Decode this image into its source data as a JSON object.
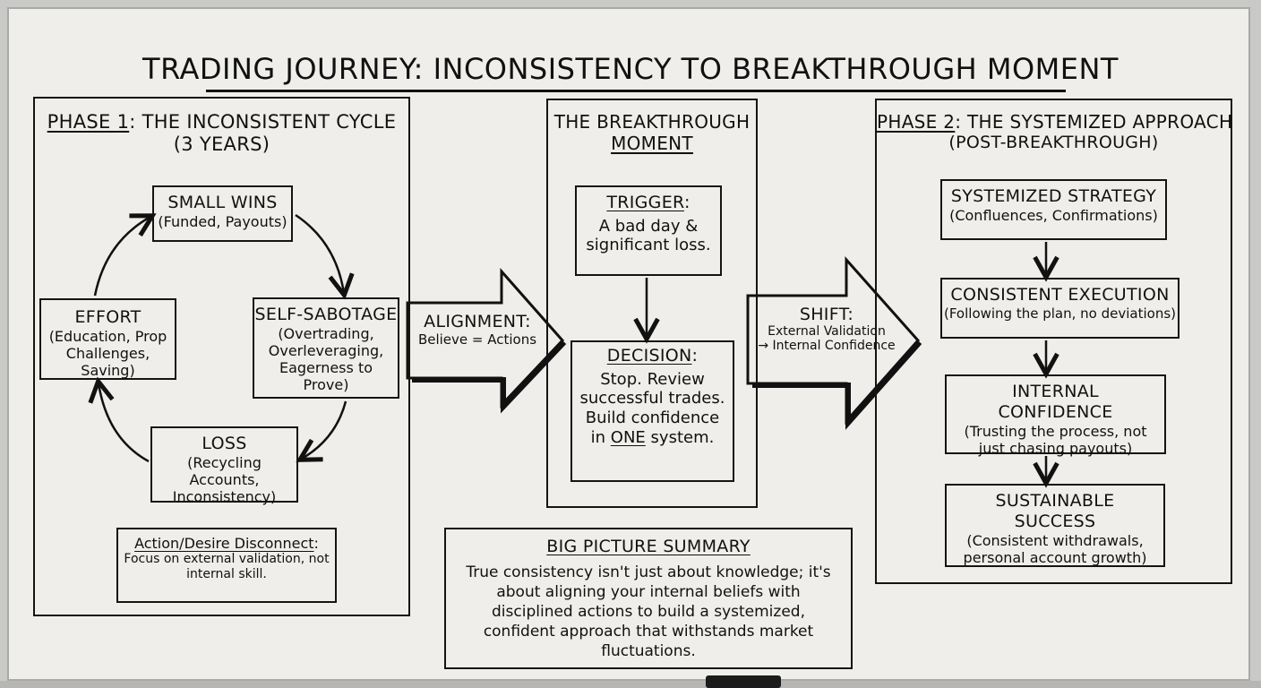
{
  "title": "TRADING JOURNEY: INCONSISTENCY TO BREAKTHROUGH MOMENT",
  "phase1": {
    "label": "PHASE 1",
    "title": ": THE INCONSISTENT CYCLE",
    "subtitle": "(3 YEARS)",
    "small_wins": {
      "title": "SMALL WINS",
      "detail": "(Funded, Payouts)"
    },
    "self_sabotage": {
      "title": "SELF-SABOTAGE",
      "detail": "(Overtrading, Overleveraging, Eagerness to Prove)"
    },
    "loss": {
      "title": "LOSS",
      "detail": "(Recycling Accounts, Inconsistency)"
    },
    "effort": {
      "title": "EFFORT",
      "detail": "(Education, Prop Challenges, Saving)"
    },
    "disconnect": {
      "title": "Action/Desire Disconnect",
      "colon": ":",
      "detail": "Focus on external validation, not internal skill."
    }
  },
  "alignment": {
    "title": "ALIGNMENT:",
    "detail": "Believe = Actions"
  },
  "breakthrough": {
    "title1": "THE BREAKTHROUGH",
    "title2": "MOMENT",
    "trigger": {
      "title": "TRIGGER",
      "colon": ":",
      "detail": "A bad day & significant loss."
    },
    "decision": {
      "title": "DECISION",
      "colon": ":",
      "detail1": "Stop. Review successful trades. Build confidence in ",
      "detail_emph": "ONE",
      "detail2": " system."
    }
  },
  "shift": {
    "title": "SHIFT:",
    "line1": "External Validation",
    "line2": "→ Internal Confidence"
  },
  "phase2": {
    "label": "PHASE 2",
    "title": ": THE SYSTEMIZED APPROACH",
    "subtitle": "(POST-BREAKTHROUGH)",
    "steps": [
      {
        "title": "SYSTEMIZED STRATEGY",
        "detail": "(Confluences, Confirmations)"
      },
      {
        "title": "CONSISTENT EXECUTION",
        "detail": "(Following the plan, no deviations)"
      },
      {
        "title": "INTERNAL CONFIDENCE",
        "detail": "(Trusting the process, not just chasing payouts)"
      },
      {
        "title": "SUSTAINABLE SUCCESS",
        "detail": "(Consistent withdrawals, personal account growth)"
      }
    ]
  },
  "summary": {
    "title": "BIG PICTURE SUMMARY",
    "text": "True consistency isn't just about knowledge; it's about aligning your internal beliefs with disciplined actions to build a systemized, confident approach that withstands market fluctuations."
  }
}
